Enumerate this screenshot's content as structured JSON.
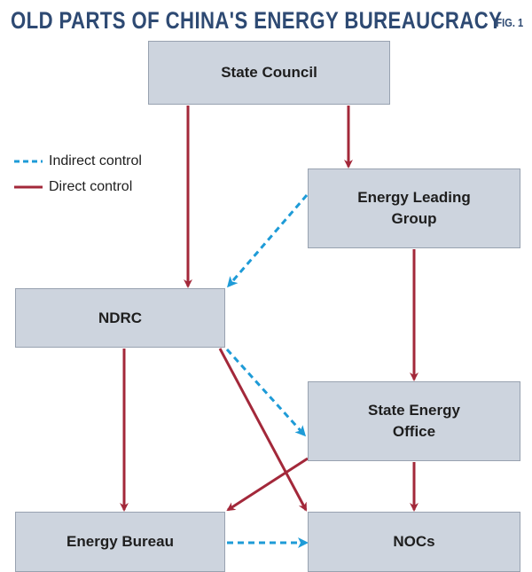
{
  "title": "OLD PARTS OF CHINA'S ENERGY BUREAUCRACY",
  "fig_label": "FIG. 1",
  "colors": {
    "direct": "#a3283a",
    "indirect": "#1e9bd7",
    "box_fill": "#cdd4de",
    "title": "#2e4a73"
  },
  "legend": {
    "indirect": "Indirect control",
    "direct": "Direct control"
  },
  "nodes": {
    "state_council": "State Council",
    "energy_leading_group": "Energy Leading Group",
    "ndrc": "NDRC",
    "state_energy_office": "State Energy Office",
    "energy_bureau": "Energy Bureau",
    "nocs": "NOCs"
  },
  "edges": [
    {
      "from": "State Council",
      "to": "NDRC",
      "type": "direct"
    },
    {
      "from": "State Council",
      "to": "Energy Leading Group",
      "type": "direct"
    },
    {
      "from": "Energy Leading Group",
      "to": "NDRC",
      "type": "indirect"
    },
    {
      "from": "Energy Leading Group",
      "to": "State Energy Office",
      "type": "direct"
    },
    {
      "from": "NDRC",
      "to": "State Energy Office",
      "type": "indirect"
    },
    {
      "from": "NDRC",
      "to": "NOCs",
      "type": "direct"
    },
    {
      "from": "NDRC",
      "to": "Energy Bureau",
      "type": "direct"
    },
    {
      "from": "State Energy Office",
      "to": "Energy Bureau",
      "type": "direct"
    },
    {
      "from": "State Energy Office",
      "to": "NOCs",
      "type": "direct"
    },
    {
      "from": "Energy Bureau",
      "to": "NOCs",
      "type": "indirect"
    }
  ]
}
